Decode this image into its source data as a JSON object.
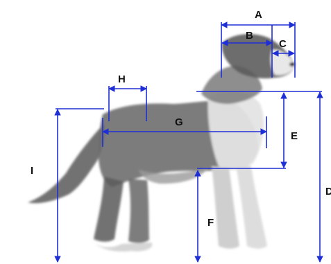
{
  "diagram": {
    "labels": {
      "a": "A",
      "b": "B",
      "c": "C",
      "d": "D",
      "e": "E",
      "f": "F",
      "g": "G",
      "h": "H",
      "i": "I"
    },
    "colors": {
      "measure_line": "#1f2fd6",
      "label_text": "#111111",
      "dog_dark": "#4a4a4a",
      "dog_mid": "#7a7a7a",
      "dog_light": "#d9d9d9",
      "background": "#ffffff"
    },
    "subject": "dog-sketch"
  }
}
